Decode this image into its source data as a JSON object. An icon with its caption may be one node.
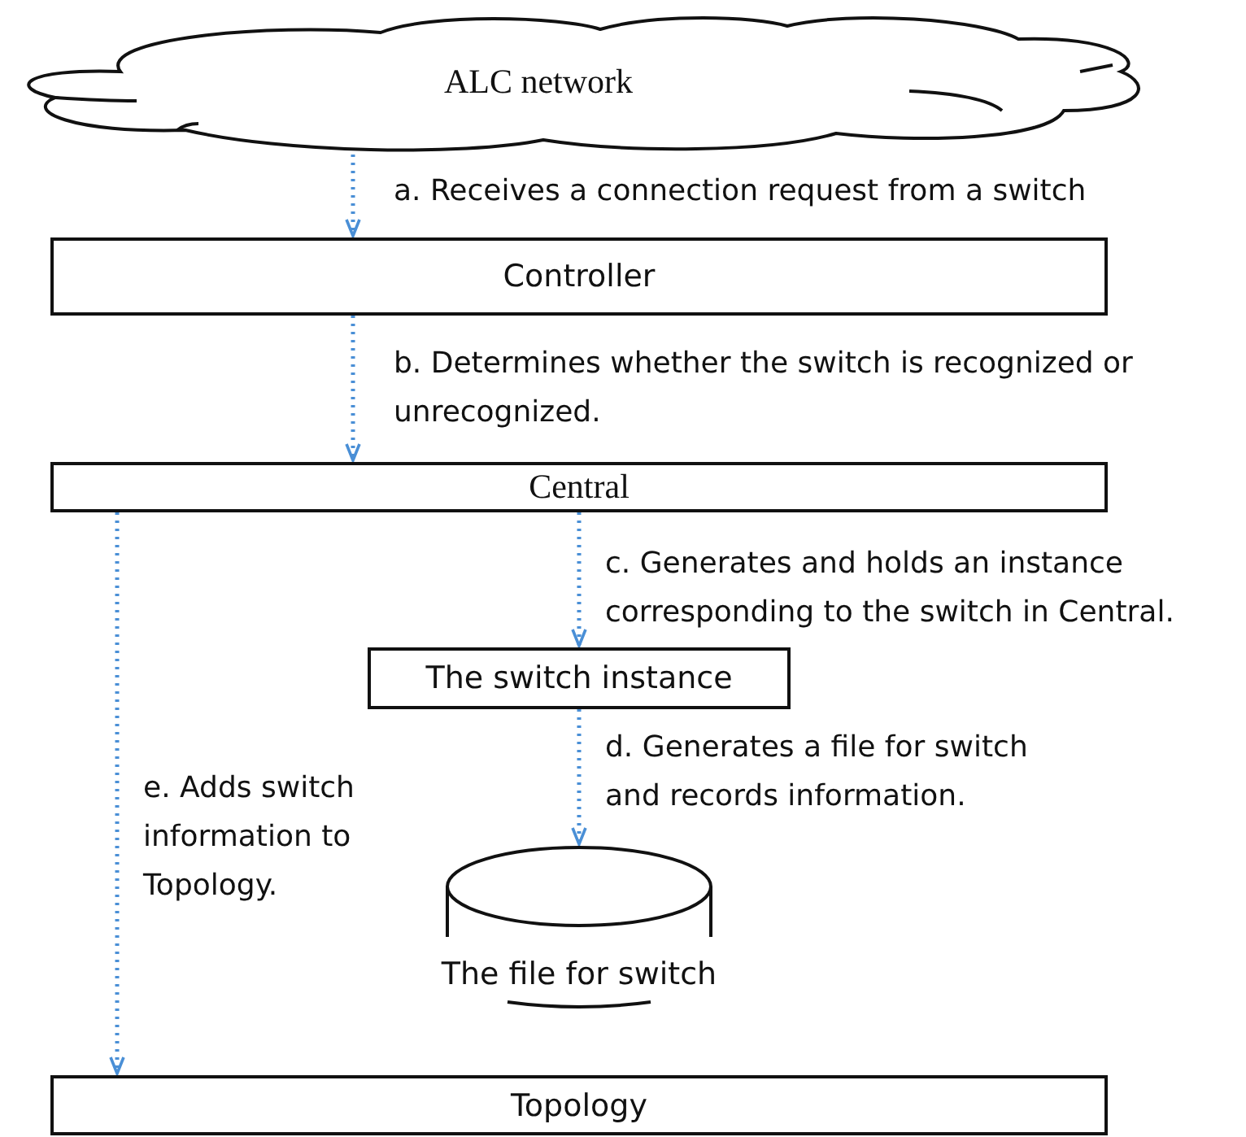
{
  "diagram": {
    "nodes": [
      {
        "text": [
          "ALC network"
        ]
      },
      {
        "text": [
          "Controller"
        ]
      },
      {
        "text": [
          "Central"
        ]
      },
      {
        "text": [
          "The switch instance"
        ]
      },
      {
        "text": [
          "The file for switch"
        ]
      },
      {
        "text": [
          "Topology"
        ]
      }
    ],
    "edges": [
      {
        "from": 0,
        "to": 1,
        "arrow": "to",
        "label": "a. Receives a connection request from a switch"
      },
      {
        "from": 1,
        "to": 2,
        "arrow": "to",
        "label": "b. Determines whether the switch is recognized or unrecognized."
      },
      {
        "from": 2,
        "to": 3,
        "arrow": "to",
        "label": "c. Generates and holds an instance corresponding to the switch in Central."
      },
      {
        "from": 3,
        "to": 4,
        "arrow": "to",
        "label": "d. Generates a file for switch and records information."
      },
      {
        "from": 2,
        "to": 5,
        "arrow": "to",
        "label": "e. Adds switch information to Topology."
      }
    ]
  }
}
